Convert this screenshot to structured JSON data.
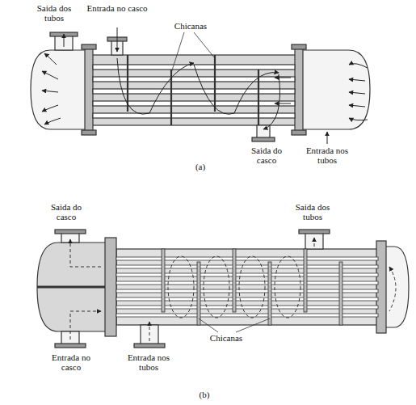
{
  "diagram": {
    "labels": [
      "Saida dos tubos",
      "Entrada no casco",
      "Chicanas",
      "Saida do casco",
      "Entrada nos tubos",
      "(a)",
      "Saida do casco",
      "Saida dos tubos",
      "Entrada no casco",
      "Entrada nos tubos",
      "Chicanas",
      "(b)"
    ]
  }
}
